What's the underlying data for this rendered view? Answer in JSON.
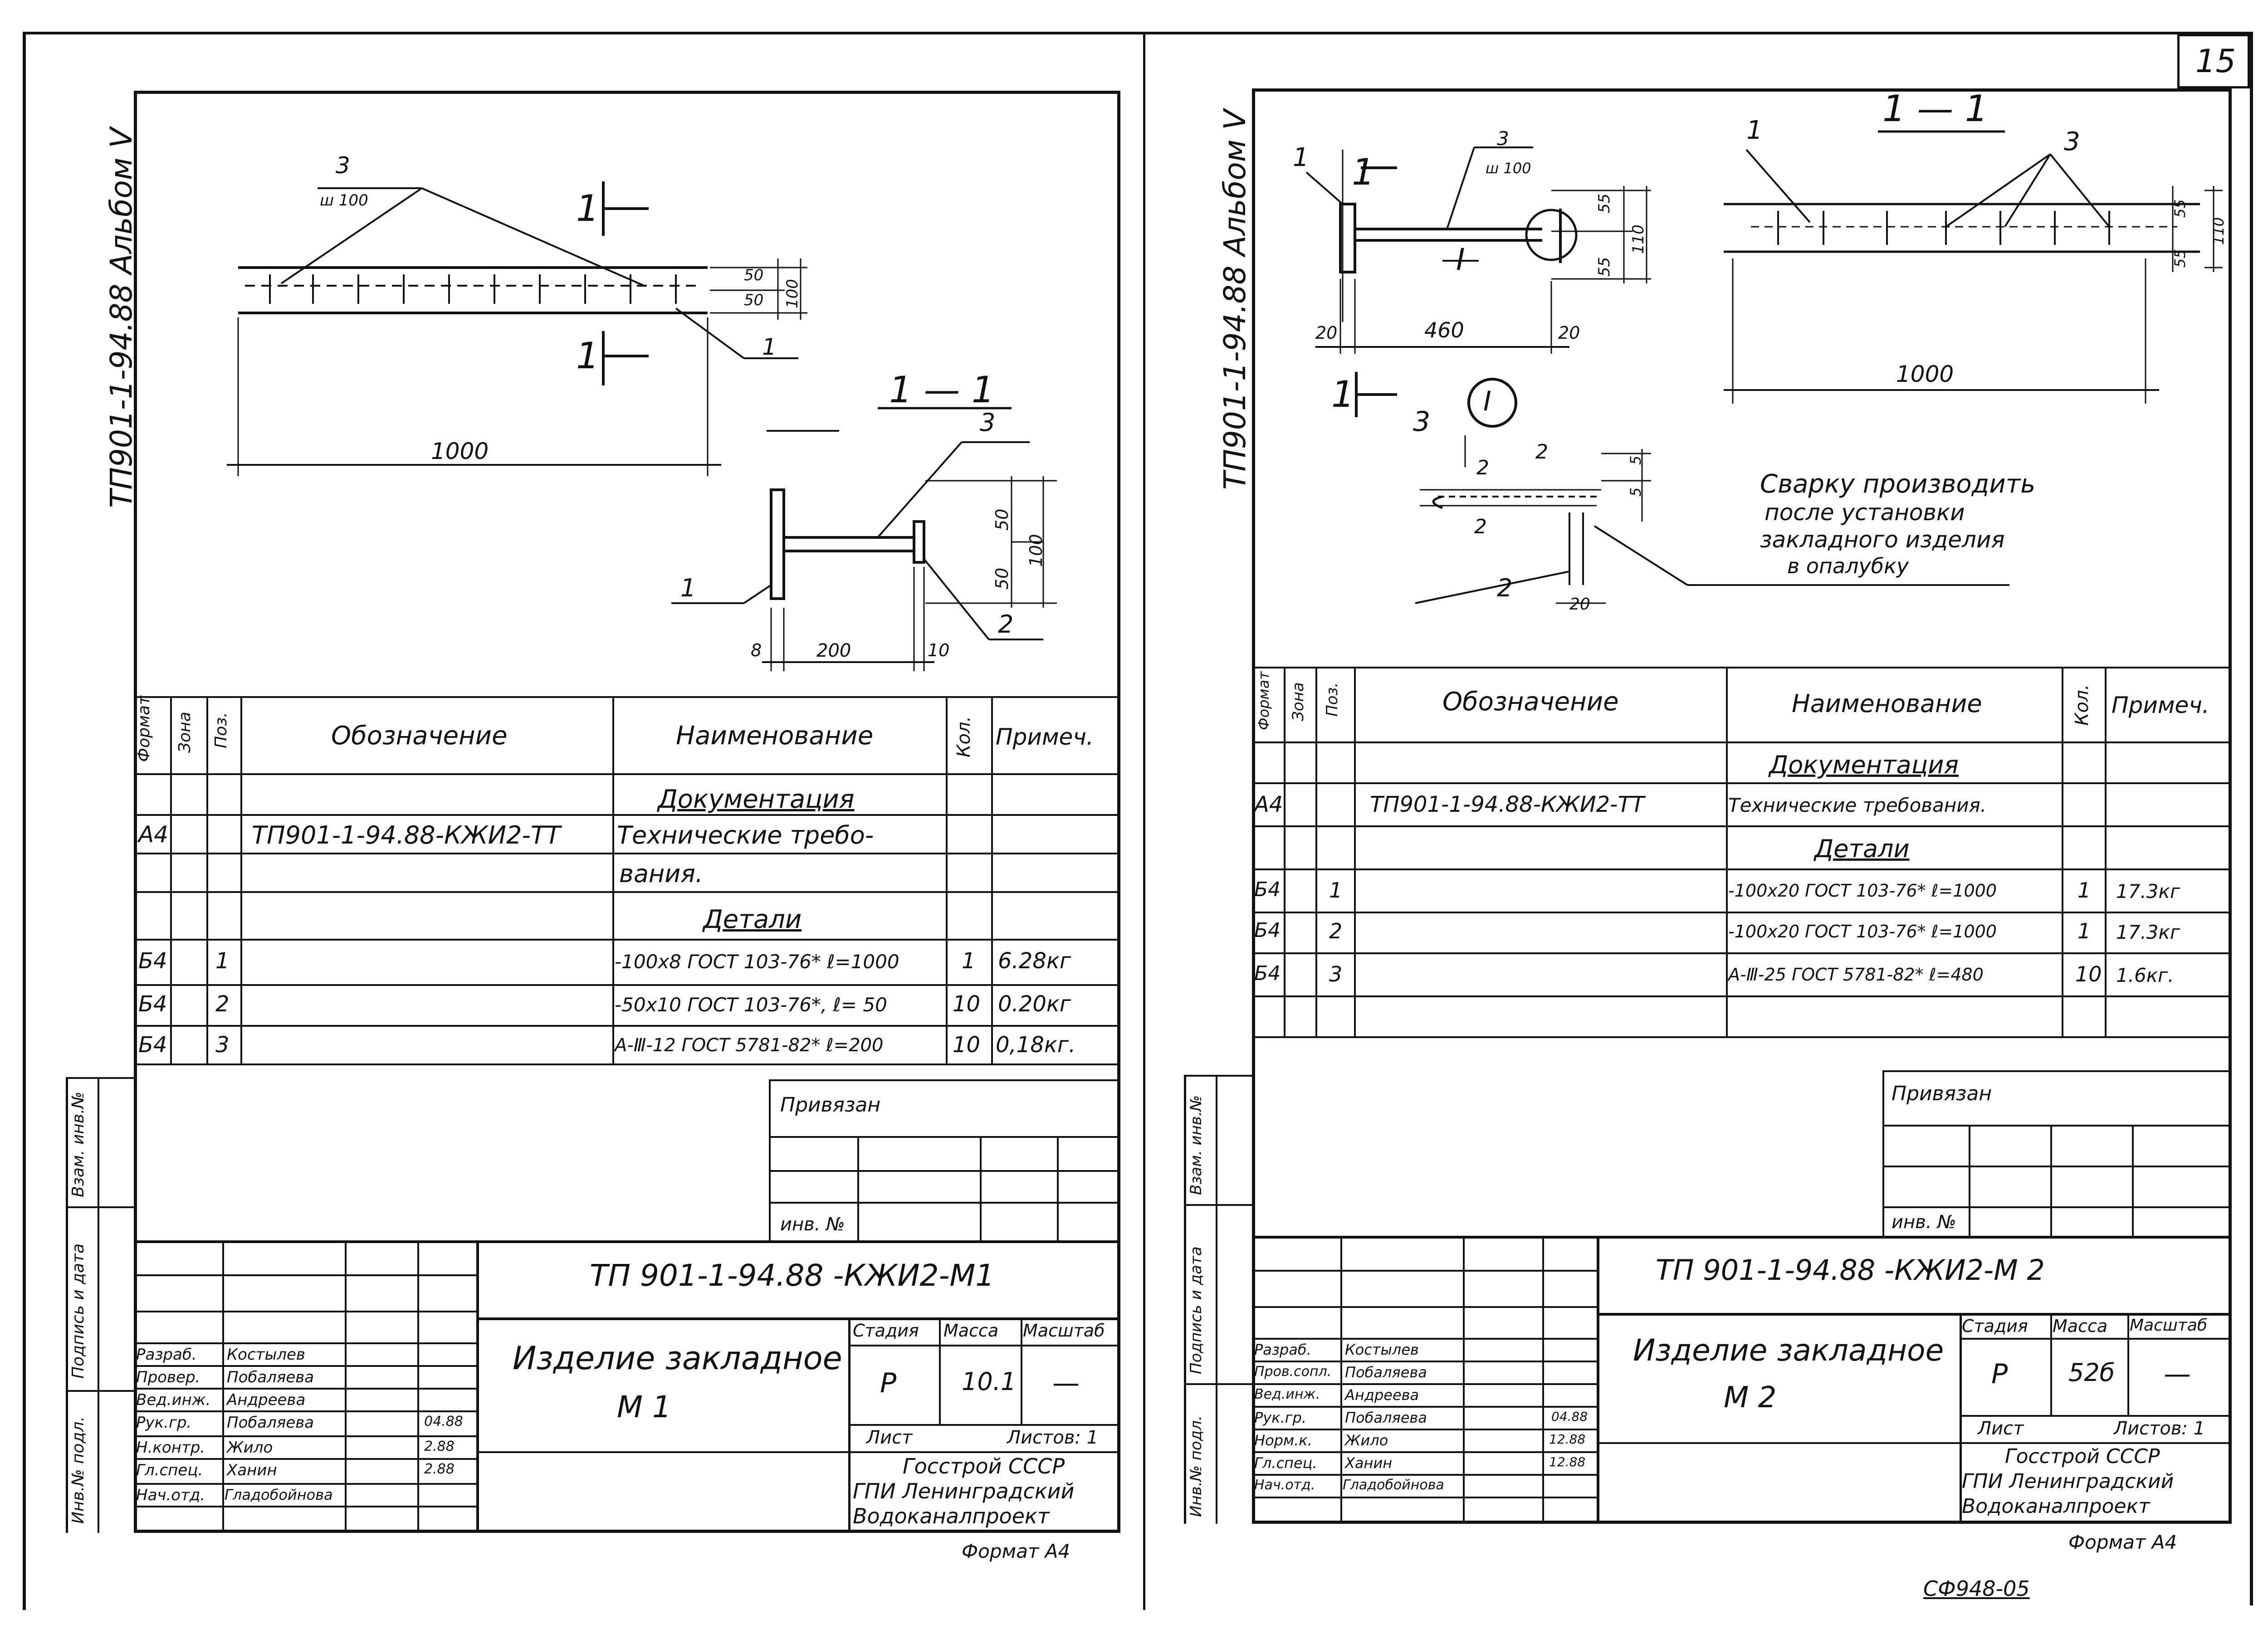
{
  "page_number": "15",
  "bottom_code": "СФ948-05",
  "left": {
    "album": "ТП901-1-94.88 Альбом V",
    "section": "1 — 1",
    "dims": {
      "d50a": "50",
      "d50b": "50",
      "d100": "100",
      "d1000": "1000",
      "s50a": "50",
      "s50b": "50",
      "s100": "100",
      "d8": "8",
      "d200": "200",
      "d10": "10"
    },
    "callouts": {
      "c1": "1",
      "c2": "2",
      "c3": "3",
      "spacing": "ш 100",
      "cut1": "1",
      "cut1b": "1",
      "c1b": "1",
      "c3b": "3"
    },
    "table_headers": [
      "Формат",
      "Зона",
      "Поз.",
      "Обозначение",
      "Наименование",
      "Кол.",
      "Примеч."
    ],
    "doc_heading": "Документация",
    "row_doc": {
      "format": "A4",
      "designation": "ТП901-1-94.88-КЖИ2-ТТ",
      "name1": "Технические требо-",
      "name2": "вания."
    },
    "parts_heading": "Детали",
    "parts": [
      {
        "format": "Б4",
        "pos": "1",
        "name": "-100х8 ГОСТ 103-76* ℓ=1000",
        "qty": "1",
        "note": "6.28кг"
      },
      {
        "format": "Б4",
        "pos": "2",
        "name": "-50х10 ГОСТ 103-76*, ℓ= 50",
        "qty": "10",
        "note": "0.20кг"
      },
      {
        "format": "Б4",
        "pos": "3",
        "name": "А-Ⅲ-12 ГОСТ 5781-82* ℓ=200",
        "qty": "10",
        "note": "0,18кг."
      }
    ],
    "privyazan": "Привязан",
    "inv_no": "инв. №",
    "title_code": "ТП 901-1-94.88 -КЖИ2-М1",
    "product_name": "Изделие закладное",
    "product_mark": "М 1",
    "stage_h": "Стадия",
    "mass_h": "Масса",
    "scale_h": "Масштаб",
    "stage": "Р",
    "mass": "10.1",
    "scale": "—",
    "sheet_label": "Лист",
    "sheets_label": "Листов: 1",
    "org1": "Госстрой СССР",
    "org2": "ГПИ Ленинградский",
    "org3": "Водоканалпроект",
    "format_label": "Формат А4",
    "roles": [
      "Разраб.",
      "Провер.",
      "Вед.инж.",
      "Рук.гр.",
      "Н.контр.",
      "Гл.спец.",
      "Нач.отд."
    ],
    "names": [
      "Костылев",
      "Побаляева",
      "Андреева",
      "Побаляева",
      "Жило",
      "Ханин",
      "Гладобойнова"
    ],
    "dates": [
      "",
      "",
      "",
      "04.88",
      "2.88",
      "2.88",
      ""
    ],
    "side_labels": [
      "Инв.№ подл.",
      "Подпись и дата",
      "Взам. инв.№"
    ]
  },
  "right": {
    "album": "ТП901-1-94.88 Альбом V",
    "section": "1 — 1",
    "detail_mark": "I",
    "dims": {
      "d460": "460",
      "d20a": "20",
      "d20b": "20",
      "d55a": "55",
      "d55b": "55",
      "d110": "110",
      "d1000": "1000",
      "r55a": "55",
      "r55b": "55",
      "r110": "110",
      "k5a": "5",
      "k5b": "5",
      "k20": "20"
    },
    "callouts": {
      "c1": "1",
      "c3": "3",
      "spacing": "ш 100",
      "mark": "I",
      "cut1": "1",
      "cut1b": "1",
      "rc1": "1",
      "rc3": "3",
      "dc3": "3",
      "dc2a": "2",
      "dc2b": "2",
      "dc2c": "2",
      "dc2d": "2"
    },
    "weld_note": [
      "Сварку производить",
      "после установки",
      "закладного изделия",
      "в опалубку"
    ],
    "table_headers": [
      "Формат",
      "Зона",
      "Поз.",
      "Обозначение",
      "Наименование",
      "Кол.",
      "Примеч."
    ],
    "doc_heading": "Документация",
    "row_doc": {
      "format": "A4",
      "designation": "ТП901-1-94.88-КЖИ2-ТТ",
      "name1": "Технические требования."
    },
    "parts_heading": "Детали",
    "parts": [
      {
        "format": "Б4",
        "pos": "1",
        "name": "-100х20 ГОСТ 103-76* ℓ=1000",
        "qty": "1",
        "note": "17.3кг"
      },
      {
        "format": "Б4",
        "pos": "2",
        "name": "-100х20 ГОСТ 103-76* ℓ=1000",
        "qty": "1",
        "note": "17.3кг"
      },
      {
        "format": "Б4",
        "pos": "3",
        "name": "А-Ⅲ-25 ГОСТ 5781-82* ℓ=480",
        "qty": "10",
        "note": "1.6кг."
      }
    ],
    "privyazan": "Привязан",
    "inv_no": "инв. №",
    "title_code": "ТП 901-1-94.88 -КЖИ2-М 2",
    "product_name": "Изделие закладное",
    "product_mark": "М 2",
    "stage_h": "Стадия",
    "mass_h": "Масса",
    "scale_h": "Масштаб",
    "stage": "Р",
    "mass": "52б",
    "scale": "—",
    "sheet_label": "Лист",
    "sheets_label": "Листов: 1",
    "org1": "Госстрой СССР",
    "org2": "ГПИ Ленинградский",
    "org3": "Водоканалпроект",
    "format_label": "Формат А4",
    "roles": [
      "Разраб.",
      "Пров.сопл.",
      "Вед.инж.",
      "Рук.гр.",
      "Норм.к.",
      "Гл.спец.",
      "Нач.отд."
    ],
    "names": [
      "Костылев",
      "Побаляева",
      "Андреева",
      "Побаляева",
      "Жило",
      "Ханин",
      "Гладобойнова"
    ],
    "dates": [
      "",
      "",
      "",
      "04.88",
      "12.88",
      "12.88",
      ""
    ],
    "side_labels": [
      "Инв.№ подл.",
      "Подпись и дата",
      "Взам. инв.№"
    ]
  }
}
